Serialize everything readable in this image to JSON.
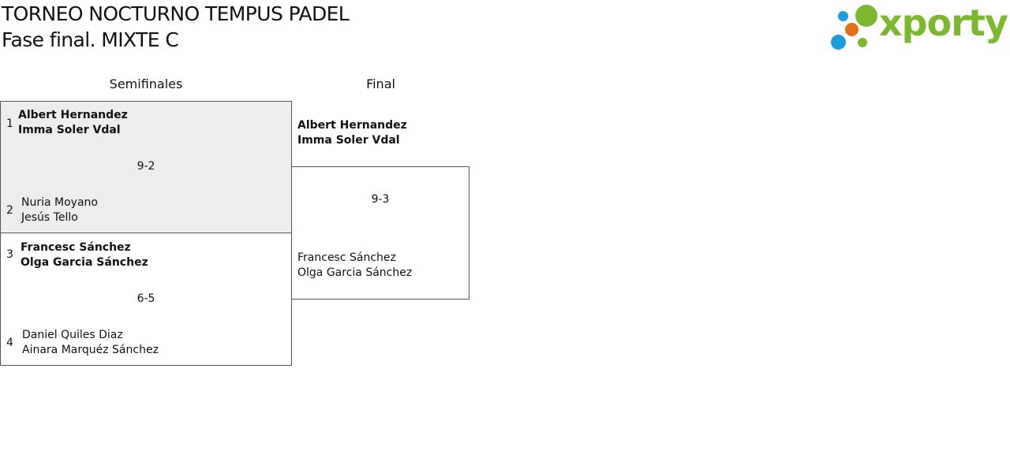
{
  "header": {
    "title": "TORNEO NOCTURNO TEMPUS PADEL",
    "subtitle": "Fase final. MIXTE C"
  },
  "logo": {
    "wordmark": "xporty",
    "colors": {
      "green": "#7cb82f",
      "orange": "#e0701a",
      "blue": "#1a9ee0"
    }
  },
  "rounds": [
    {
      "label": "Semifinales"
    },
    {
      "label": "Final"
    }
  ],
  "semifinals": [
    {
      "score": "9-2",
      "team1": {
        "seed": "1",
        "player1": "Albert Hernandez",
        "player2": "Imma Soler Vdal"
      },
      "team2": {
        "seed": "2",
        "player1": "Nuria Moyano",
        "player2": "Jesús Tello"
      }
    },
    {
      "score": "6-5",
      "team1": {
        "seed": "3",
        "player1": "Francesc Sánchez",
        "player2": "Olga Garcia Sánchez"
      },
      "team2": {
        "seed": "4",
        "player1": "Daniel Quiles Diaz",
        "player2": "Ainara Marquéz Sánchez"
      }
    }
  ],
  "final": {
    "score": "9-3",
    "team1": {
      "player1": "Albert Hernandez",
      "player2": "Imma Soler Vdal"
    },
    "team2": {
      "player1": "Francesc Sánchez",
      "player2": "Olga Garcia Sánchez"
    }
  }
}
